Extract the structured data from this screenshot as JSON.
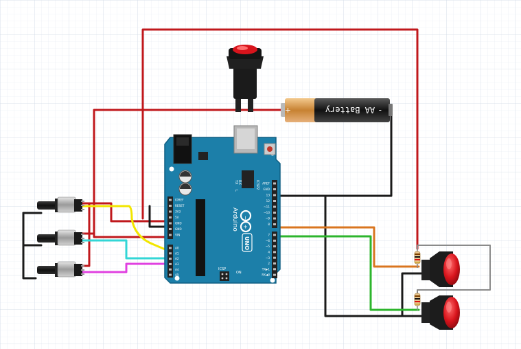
{
  "colors": {
    "grid": "#dfe6ee",
    "wire_red": "#c0181c",
    "wire_black": "#1a1a1a",
    "wire_yellow": "#f2e600",
    "wire_cyan": "#33d6d6",
    "wire_magenta": "#e040e0",
    "wire_orange": "#d9751f",
    "wire_green": "#2db52d",
    "wire_gray": "#8a8a8a",
    "board": "#1a7aa6",
    "button_red": "#d8141c"
  },
  "battery": {
    "label": "AA Battery",
    "plus": "+",
    "minus": "-"
  },
  "arduino": {
    "logo_text": "Arduino",
    "model": "UNO",
    "icsp_label": "ICSP",
    "icsp2_label": "ICSP2",
    "on_label": "ON",
    "tx_label": "TX",
    "rx_label": "RX",
    "l_label": "L",
    "reset_label": "RESET",
    "power_header_labels": [
      "IOREF",
      "RESET",
      "3V3",
      "5V",
      "GND",
      "GND",
      "VIN"
    ],
    "analog_header_labels": [
      "A0",
      "A1",
      "A2",
      "A3",
      "A4",
      "A5"
    ],
    "power_title": "POWER",
    "analog_title": "ANALOG IN",
    "digital_title": "DIGITAL (PWM~)",
    "digital_top_labels": [
      "AREF",
      "GND",
      "13",
      "12",
      "~11",
      "~10",
      "~9",
      "8"
    ],
    "digital_bottom_labels": [
      "7",
      "~6",
      "~5",
      "4",
      "~3",
      "2",
      "TX▶1",
      "RX◀0"
    ]
  },
  "components": {
    "potentiometer_count": 3,
    "pushbutton_count": 2,
    "resistor_count": 2
  }
}
